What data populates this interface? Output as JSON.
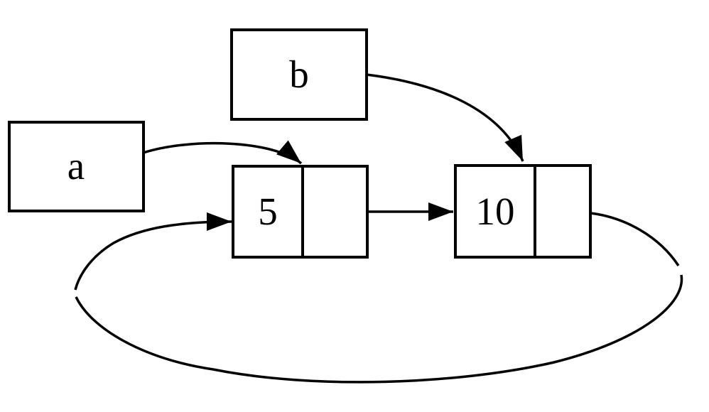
{
  "diagram": {
    "type": "linked-list",
    "colors": {
      "background": "#ffffff",
      "line": "#000000",
      "node_fill": "#ffffff"
    },
    "pointers": {
      "a": {
        "label": "a"
      },
      "b": {
        "label": "b"
      }
    },
    "nodes": {
      "node5": {
        "value": "5"
      },
      "node10": {
        "value": "10"
      }
    },
    "edges": [
      {
        "from": "a",
        "to": "node5"
      },
      {
        "from": "b",
        "to": "node10"
      },
      {
        "from": "node5",
        "to": "node10"
      },
      {
        "from": "node10",
        "to": "node5",
        "style": "loop-with-gaps"
      }
    ]
  }
}
